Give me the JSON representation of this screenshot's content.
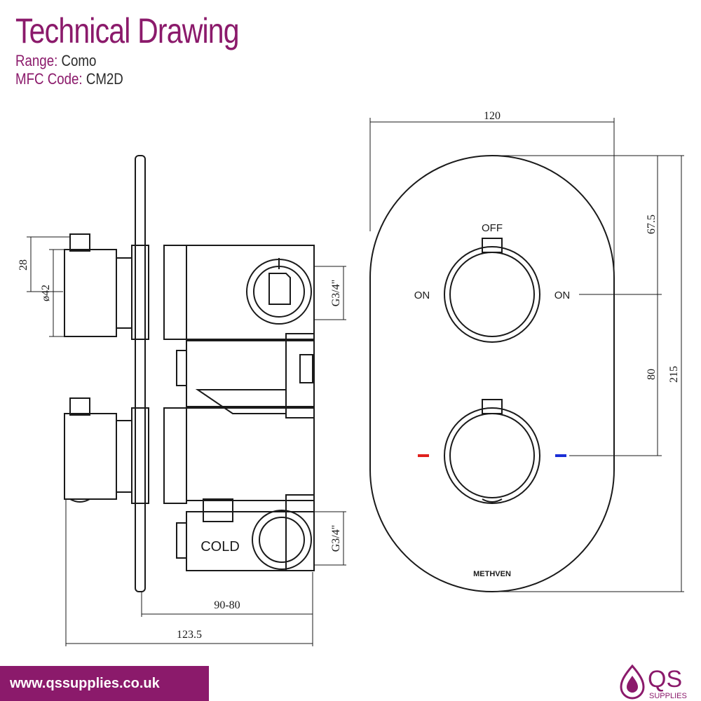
{
  "header": {
    "title": "Technical Drawing",
    "range_label": "Range:",
    "range_value": "Como",
    "code_label": "MFC Code:",
    "code_value": "CM2D"
  },
  "side_view": {
    "dim_28": "28",
    "dim_dia42": "ø42",
    "dim_g34_top": "G3/4\"",
    "dim_g34_bottom": "G3/4\"",
    "dim_90_80": "90-80",
    "dim_123_5": "123.5",
    "cold_label": "COLD"
  },
  "front_view": {
    "dim_120": "120",
    "dim_67_5": "67.5",
    "dim_80": "80",
    "dim_215": "215",
    "off_label": "OFF",
    "on_left": "ON",
    "on_right": "ON",
    "brand": "METHVEN"
  },
  "footer": {
    "url": "www.qssupplies.co.uk",
    "logo_text": "QS",
    "logo_sub": "SUPPLIES"
  },
  "colors": {
    "brand": "#8b1a6b",
    "hot": "#e0201c",
    "cold": "#1a2fd6",
    "line": "#1a1a1a"
  }
}
